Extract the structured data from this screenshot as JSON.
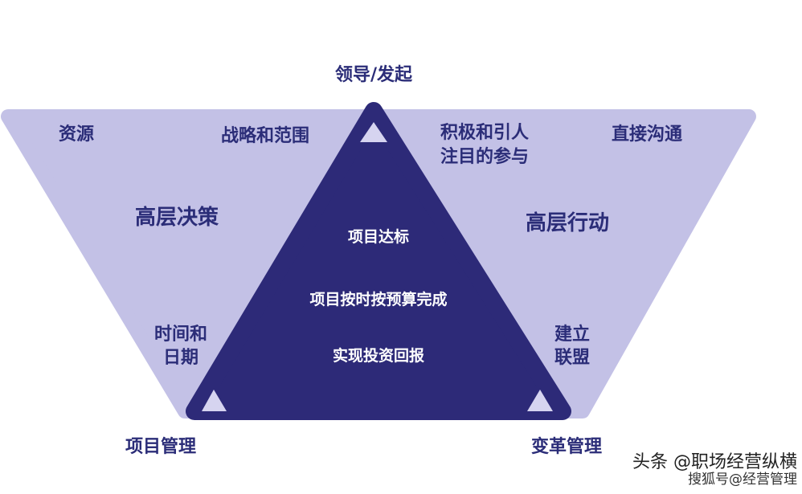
{
  "top_label": "领导/发起",
  "left_region": {
    "corner_left": "资源",
    "corner_right": "战略和范围",
    "center": "高层决策",
    "lower_line1": "时间和",
    "lower_line2": "日期",
    "bottom": "项目管理"
  },
  "right_region": {
    "corner_left_line1": "积极和引人",
    "corner_left_line2": "注目的参与",
    "corner_right": "直接沟通",
    "center": "高层行动",
    "lower_line1": "建立",
    "lower_line2": "联盟",
    "bottom": "变革管理"
  },
  "triangle": {
    "line1": "项目达标",
    "line2": "项目按时按预算完成",
    "line3": "实现投资回报"
  },
  "watermark": {
    "line1": "头条 @职场经营纵横",
    "line2": "搜狐号@经营管理"
  },
  "colors": {
    "outer_fill": "#c3c1e6",
    "triangle_fill": "#2d2a78",
    "text": "#2b2d78"
  }
}
